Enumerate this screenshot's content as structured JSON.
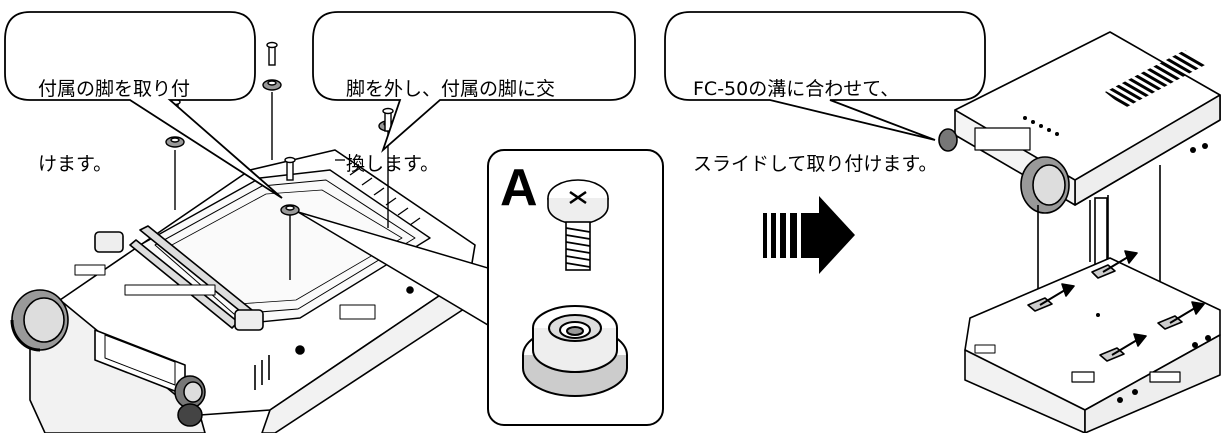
{
  "callouts": {
    "attach_feet": {
      "line1": "付属の脚を取り付",
      "line2": "けます。"
    },
    "replace_feet": {
      "line1": "脚を外し、付属の脚に交",
      "line2": "換します。"
    },
    "slide_attach": {
      "line1": "FC-50の溝に合わせて、",
      "line2": "スライドして取り付けます。"
    }
  },
  "detail": {
    "label": "A"
  },
  "colors": {
    "ink": "#000000",
    "paper": "#ffffff",
    "shade": "#d9d9d9",
    "dark": "#555555"
  }
}
